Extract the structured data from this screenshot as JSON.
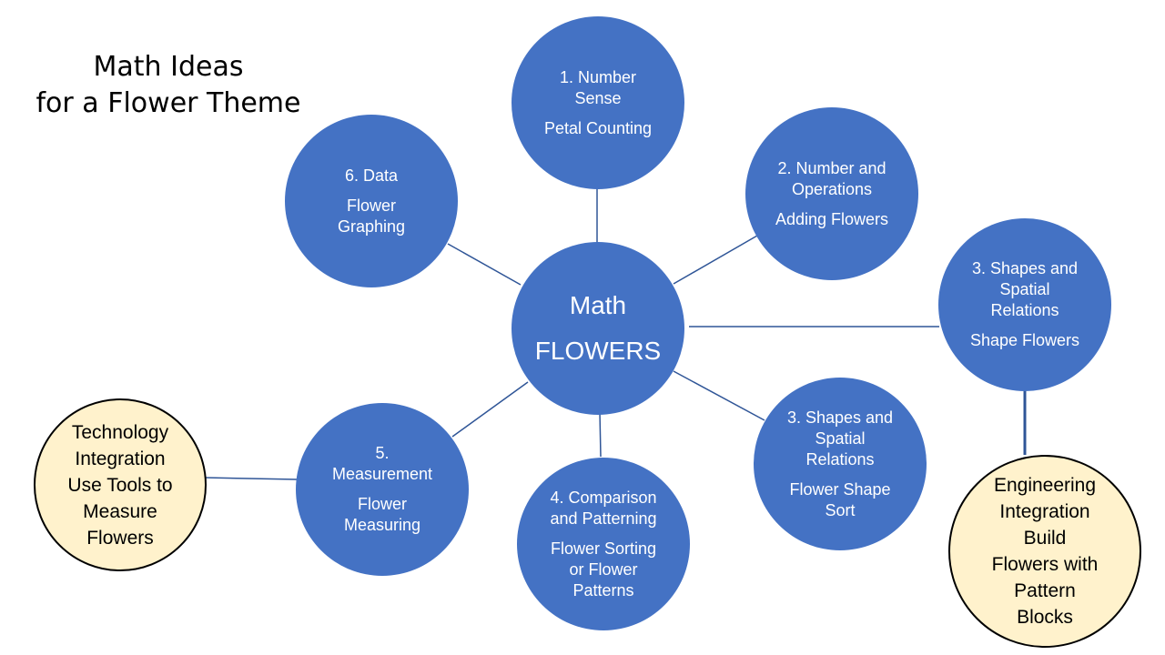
{
  "title": {
    "line1": "Math Ideas",
    "line2": "for a Flower Theme"
  },
  "colors": {
    "node_blue": "#4472c4",
    "node_cream": "#fff2cc",
    "connector": "#2f5597"
  },
  "nodes": {
    "center": {
      "line1": "Math",
      "line2": "FLOWERS"
    },
    "number_sense": {
      "heading1": "1. Number",
      "heading2": "Sense",
      "activity": "Petal Counting"
    },
    "number_operations": {
      "heading1": "2. Number and",
      "heading2": "Operations",
      "activity": "Adding Flowers"
    },
    "shapes_spatial_a": {
      "heading1": "3. Shapes and",
      "heading2": "Spatial",
      "heading3": "Relations",
      "activity": "Shape Flowers"
    },
    "shapes_spatial_b": {
      "heading1": "3. Shapes and",
      "heading2": "Spatial",
      "heading3": "Relations",
      "activity1": "Flower Shape",
      "activity2": "Sort"
    },
    "comparison_patterning": {
      "heading1": "4.  Comparison",
      "heading2": "and Patterning",
      "activity1": "Flower Sorting",
      "activity2": "or Flower",
      "activity3": "Patterns"
    },
    "measurement": {
      "heading1": "5.",
      "heading2": "Measurement",
      "activity1": "Flower",
      "activity2": "Measuring"
    },
    "data": {
      "heading1": "6.  Data",
      "activity1": "Flower",
      "activity2": "Graphing"
    },
    "technology": {
      "line1": "Technology",
      "line2": "Integration",
      "line3": "Use Tools to",
      "line4": "Measure",
      "line5": "Flowers"
    },
    "engineering": {
      "line1": "Engineering",
      "line2": "Integration",
      "line3": "Build",
      "line4": "Flowers with",
      "line5": "Pattern",
      "line6": "Blocks"
    }
  }
}
